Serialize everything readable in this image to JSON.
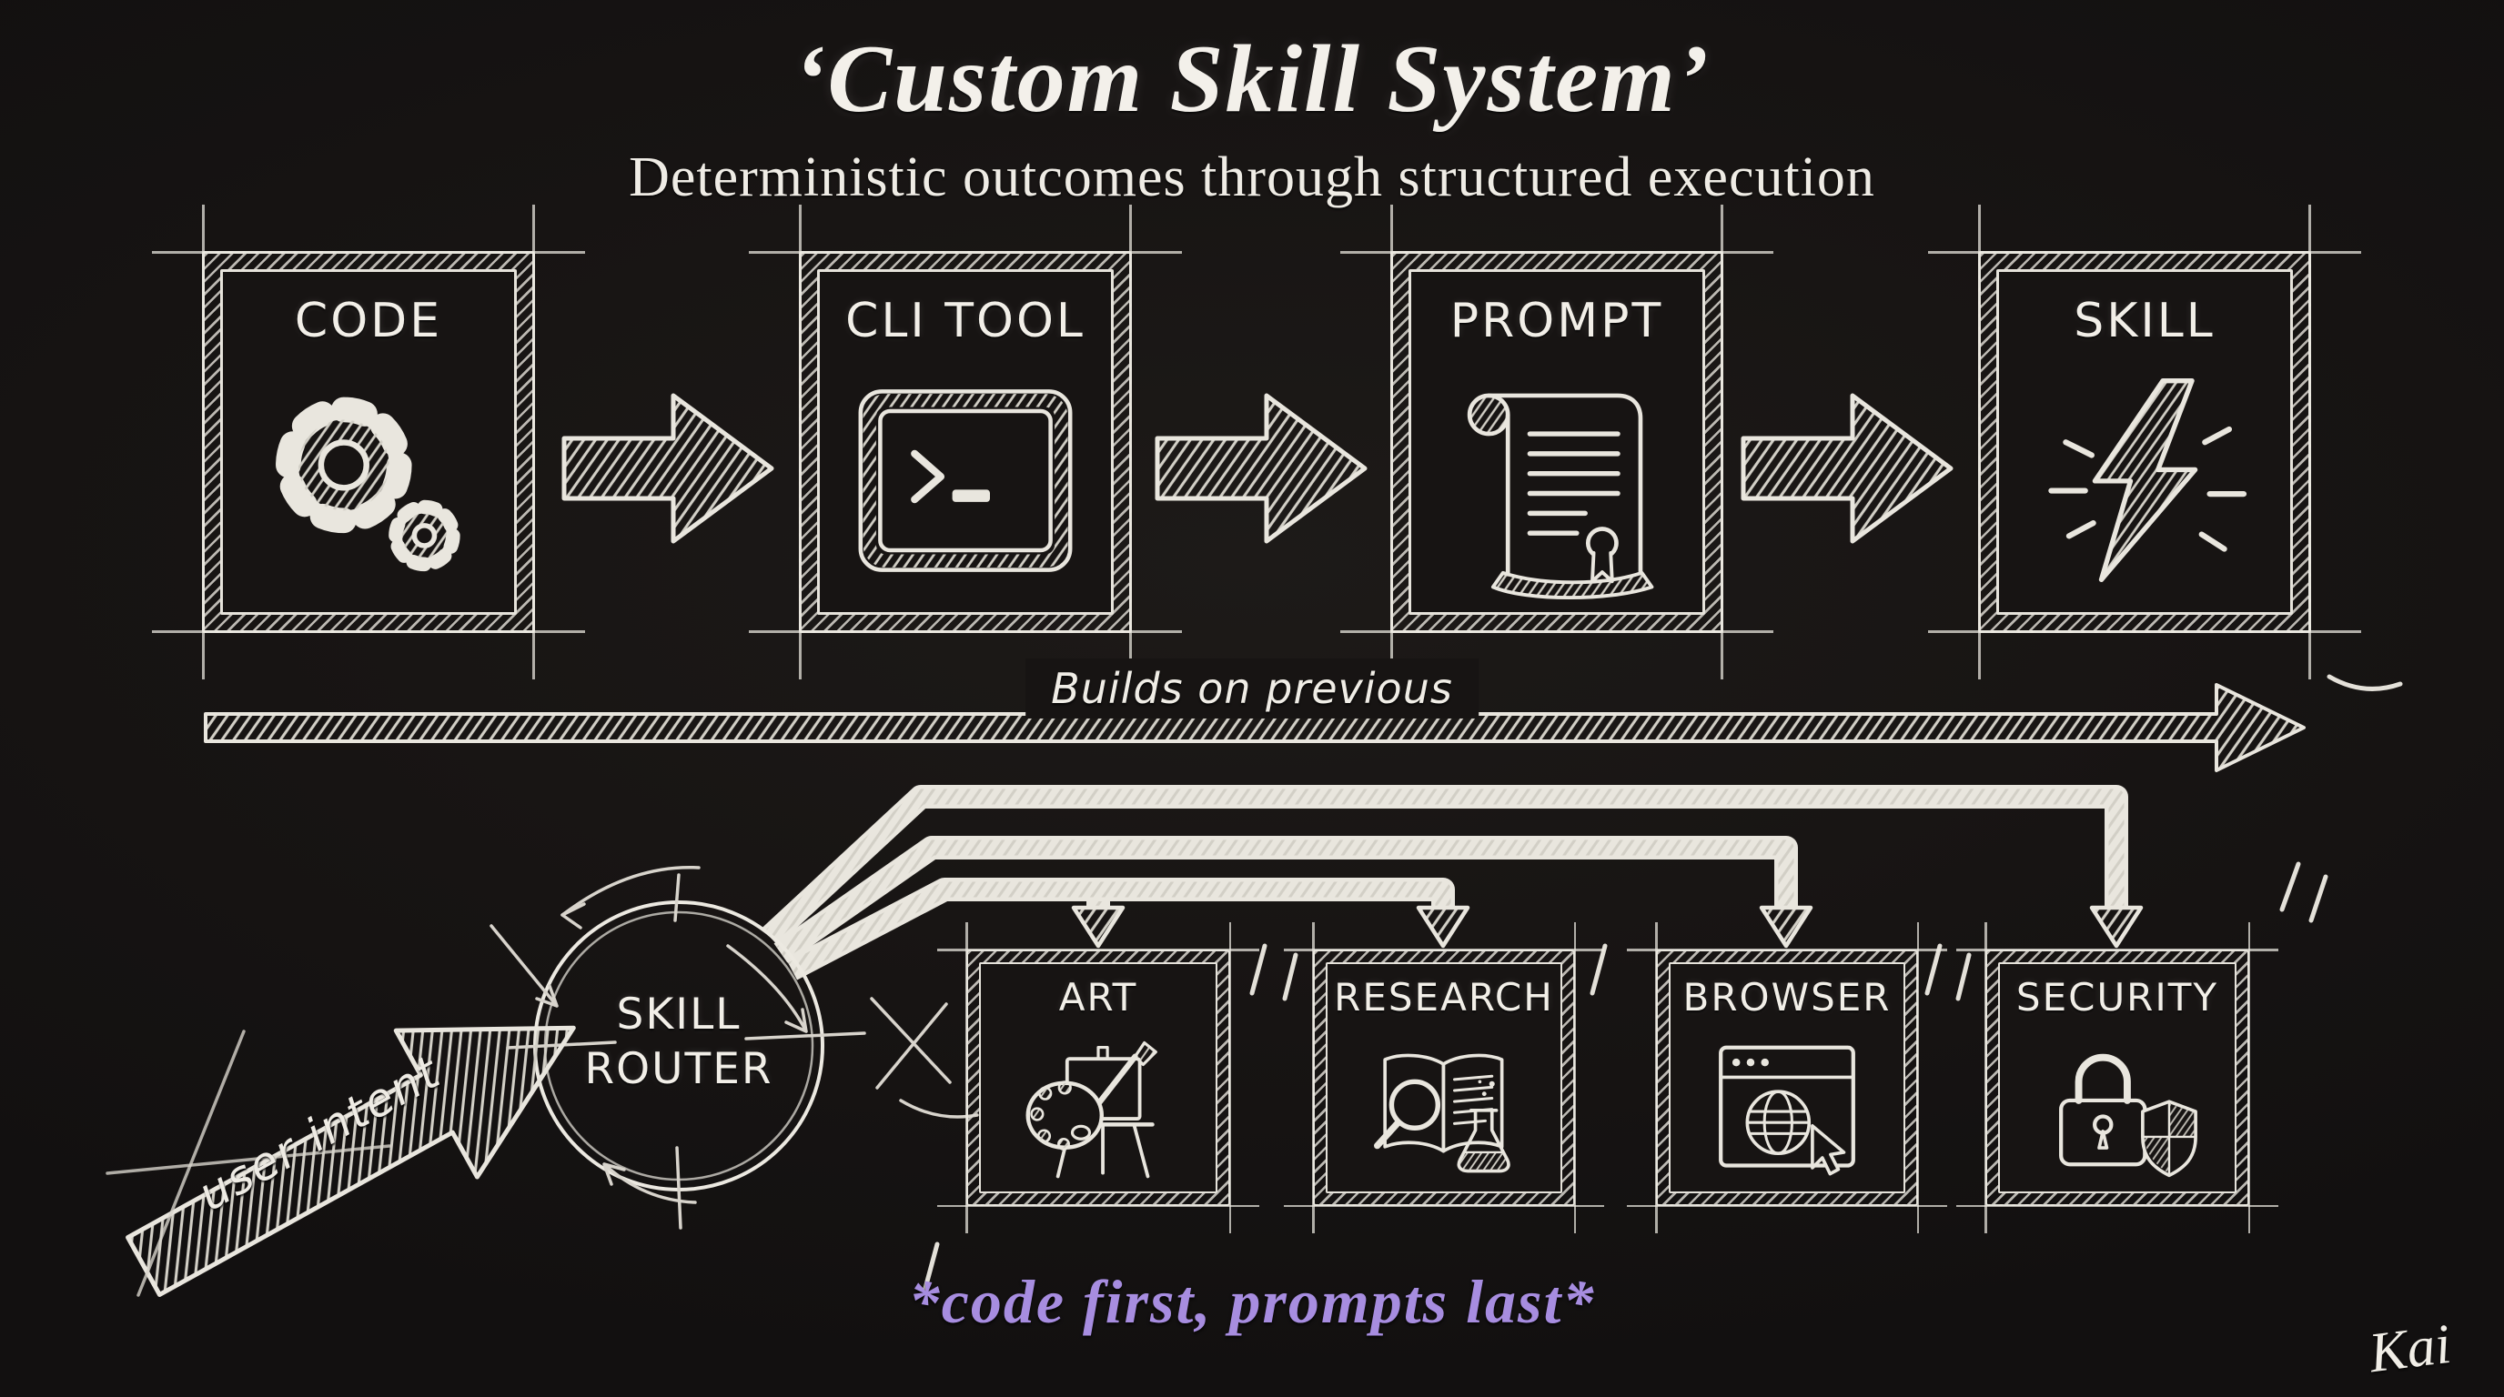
{
  "title": "‘Custom Skill System’",
  "subtitle": "Deterministic outcomes through structured execution",
  "pipeline": {
    "flow_label": "Builds on previous",
    "boxes": [
      {
        "label": "CODE",
        "icon": "gears-icon"
      },
      {
        "label": "CLI TOOL",
        "icon": "terminal-icon"
      },
      {
        "label": "PROMPT",
        "icon": "scroll-icon"
      },
      {
        "label": "SKILL",
        "icon": "lightning-icon"
      }
    ]
  },
  "router": {
    "line1": "SKILL",
    "line2": "ROUTER",
    "input_label": "user intent",
    "skills": [
      {
        "label": "ART",
        "icon": "palette-easel-icon"
      },
      {
        "label": "RESEARCH",
        "icon": "book-magnifier-flask-icon"
      },
      {
        "label": "BROWSER",
        "icon": "browser-globe-cursor-icon"
      },
      {
        "label": "SECURITY",
        "icon": "padlock-shield-icon"
      }
    ]
  },
  "footer": {
    "tagline": "*code first, prompts last*",
    "signature": "Kai"
  },
  "colors": {
    "background": "#171413",
    "chalk": "#ece9e1",
    "accent_purple": "#a78de0"
  }
}
